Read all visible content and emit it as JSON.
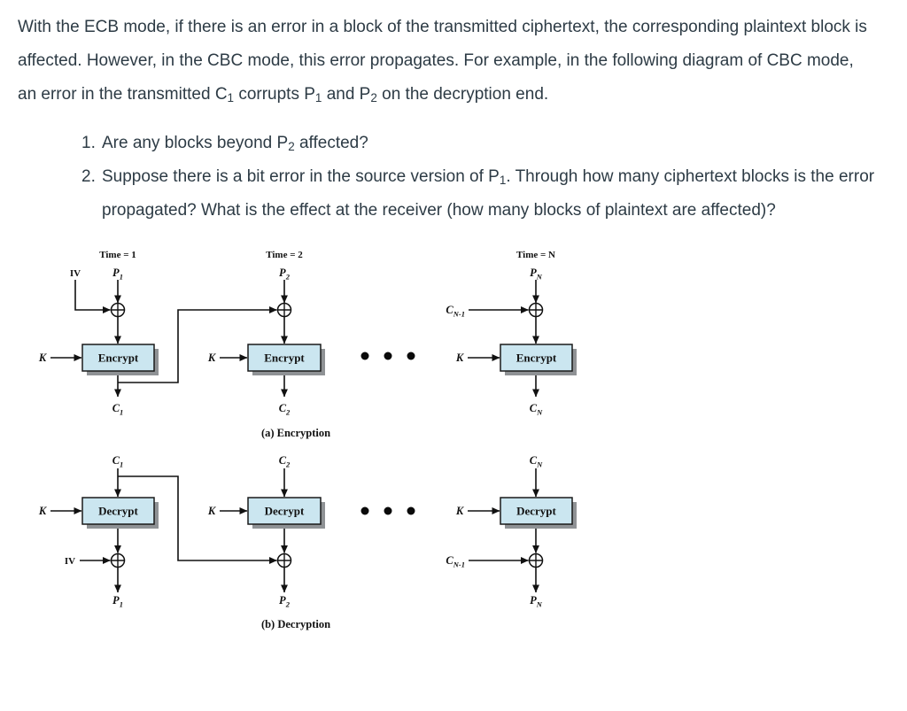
{
  "page": {
    "background": "#ffffff",
    "text_color": "#2d3b45"
  },
  "intro": {
    "segments": [
      {
        "t": "With the ECB mode, if there is an error in a block of the transmitted ciphertext, the corresponding plaintext block is affected. However, in the CBC mode, this error propagates. For example, in the following diagram of CBC mode, an error in the transmitted C"
      },
      {
        "sub": "1"
      },
      {
        "t": " corrupts P"
      },
      {
        "sub": "1"
      },
      {
        "t": " and P"
      },
      {
        "sub": "2"
      },
      {
        "t": " on the decryption end."
      }
    ]
  },
  "questions": [
    {
      "number": "1.",
      "segments": [
        {
          "t": "Are any blocks beyond P"
        },
        {
          "sub": "2"
        },
        {
          "t": " affected?"
        }
      ]
    },
    {
      "number": "2.",
      "segments": [
        {
          "t": "Suppose there is a bit error in the source version of P"
        },
        {
          "sub": "1"
        },
        {
          "t": ". Through how many ciphertext blocks is the error propagated? What is the effect at the receiver (how many blocks of plaintext are affected)?"
        }
      ]
    }
  ],
  "figure": {
    "colors": {
      "box_fill": "#cbe6f0",
      "box_border": "#1a1a1a",
      "box_shadow": "#8f9295",
      "line": "#111111"
    },
    "encryption": {
      "caption": "(a) Encryption",
      "columns": [
        {
          "time": "Time = 1",
          "input": [
            {
              "t": "P"
            },
            {
              "sub": "1"
            }
          ],
          "xor_input": "IV",
          "key": "K",
          "box": "Encrypt",
          "output": [
            {
              "t": "C"
            },
            {
              "sub": "1"
            }
          ]
        },
        {
          "time": "Time = 2",
          "input": [
            {
              "t": "P"
            },
            {
              "sub": "2"
            }
          ],
          "key": "K",
          "box": "Encrypt",
          "output": [
            {
              "t": "C"
            },
            {
              "sub": "2"
            }
          ]
        },
        {
          "time": "Time = N",
          "input": [
            {
              "t": "P"
            },
            {
              "sub": "N"
            }
          ],
          "xor_input": [
            {
              "t": "C"
            },
            {
              "sub": "N-1"
            }
          ],
          "key": "K",
          "box": "Encrypt",
          "output": [
            {
              "t": "C"
            },
            {
              "sub": "N"
            }
          ]
        }
      ]
    },
    "decryption": {
      "caption": "(b) Decryption",
      "columns": [
        {
          "input": [
            {
              "t": "C"
            },
            {
              "sub": "1"
            }
          ],
          "key": "K",
          "box": "Decrypt",
          "xor_input": "IV",
          "output": [
            {
              "t": "P"
            },
            {
              "sub": "1"
            }
          ]
        },
        {
          "input": [
            {
              "t": "C"
            },
            {
              "sub": "2"
            }
          ],
          "key": "K",
          "box": "Decrypt",
          "output": [
            {
              "t": "P"
            },
            {
              "sub": "2"
            }
          ]
        },
        {
          "input": [
            {
              "t": "C"
            },
            {
              "sub": "N"
            }
          ],
          "key": "K",
          "box": "Decrypt",
          "xor_input": [
            {
              "t": "C"
            },
            {
              "sub": "N-1"
            }
          ],
          "output": [
            {
              "t": "P"
            },
            {
              "sub": "N"
            }
          ]
        }
      ]
    }
  }
}
